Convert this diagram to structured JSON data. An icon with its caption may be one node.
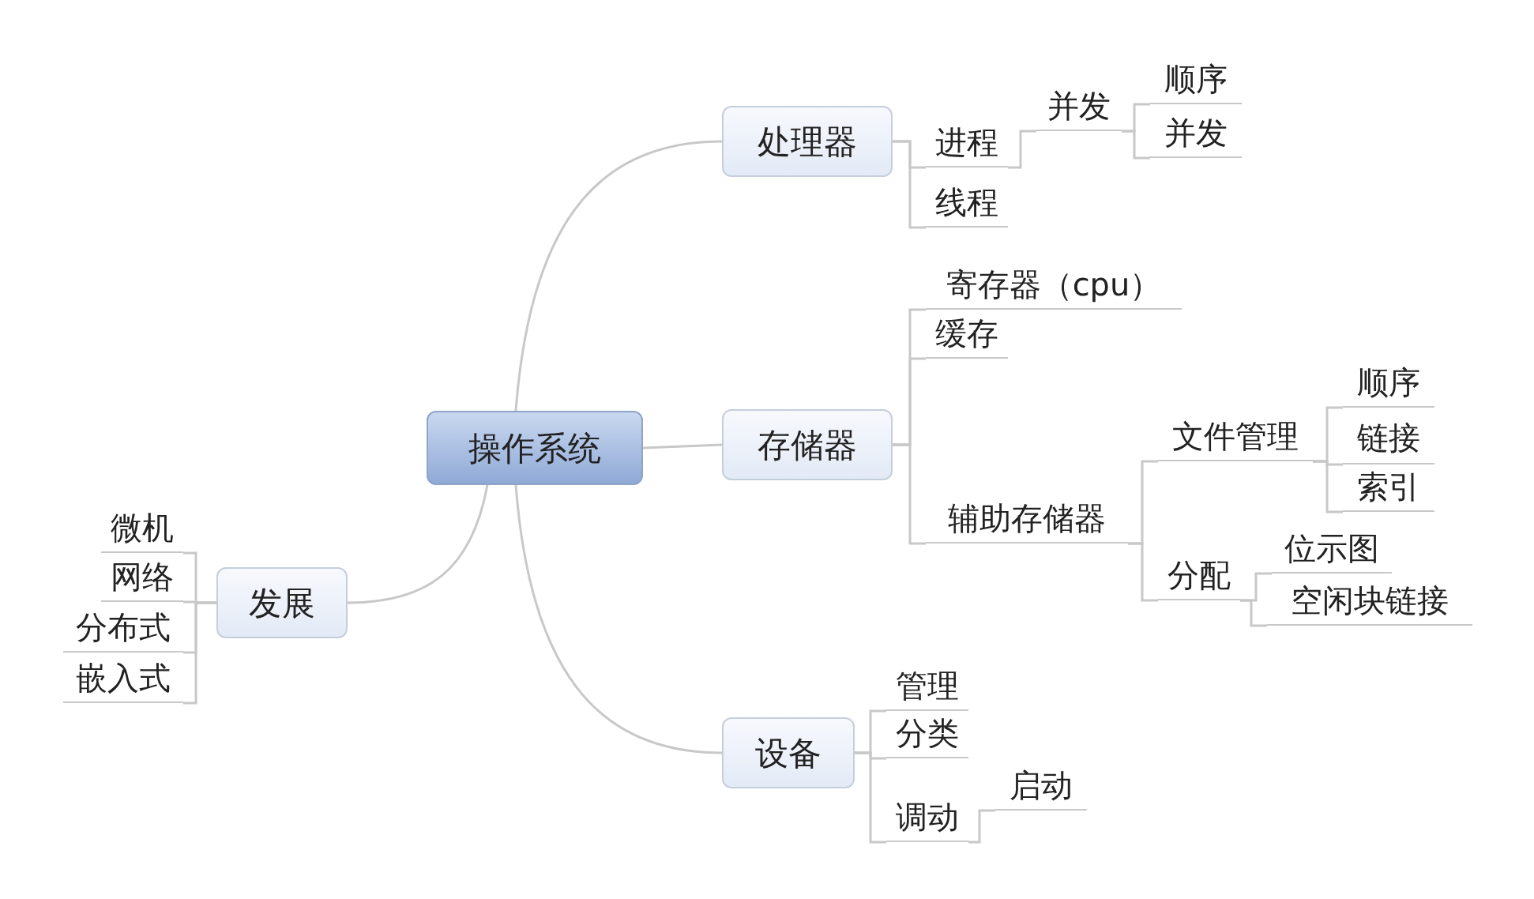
{
  "diagram": {
    "nodes": [
      {
        "text": [
          "操作系统"
        ]
      },
      {
        "text": [
          "处理器"
        ]
      },
      {
        "text": [
          "进程"
        ]
      },
      {
        "text": [
          "线程"
        ]
      },
      {
        "text": [
          "并发"
        ]
      },
      {
        "text": [
          "顺序"
        ]
      },
      {
        "text": [
          "并发"
        ]
      },
      {
        "text": [
          "存储器"
        ]
      },
      {
        "text": [
          "寄存器（cpu）"
        ]
      },
      {
        "text": [
          "缓存"
        ]
      },
      {
        "text": [
          "辅助存储器"
        ]
      },
      {
        "text": [
          "文件管理"
        ]
      },
      {
        "text": [
          "顺序"
        ]
      },
      {
        "text": [
          "链接"
        ]
      },
      {
        "text": [
          "索引"
        ]
      },
      {
        "text": [
          "分配"
        ]
      },
      {
        "text": [
          "位示图"
        ]
      },
      {
        "text": [
          "空闲块链接"
        ]
      },
      {
        "text": [
          "设备"
        ]
      },
      {
        "text": [
          "管理"
        ]
      },
      {
        "text": [
          "分类"
        ]
      },
      {
        "text": [
          "调动"
        ]
      },
      {
        "text": [
          "启动"
        ]
      },
      {
        "text": [
          "发展"
        ]
      },
      {
        "text": [
          "微机"
        ]
      },
      {
        "text": [
          "网络"
        ]
      },
      {
        "text": [
          "分布式"
        ]
      },
      {
        "text": [
          "嵌入式"
        ]
      }
    ],
    "edges": [
      {
        "from": 0,
        "to": 1,
        "arrow": "none"
      },
      {
        "from": 1,
        "to": 2,
        "arrow": "none"
      },
      {
        "from": 1,
        "to": 3,
        "arrow": "none"
      },
      {
        "from": 2,
        "to": 4,
        "arrow": "none"
      },
      {
        "from": 4,
        "to": 5,
        "arrow": "none"
      },
      {
        "from": 4,
        "to": 6,
        "arrow": "none"
      },
      {
        "from": 0,
        "to": 7,
        "arrow": "none"
      },
      {
        "from": 7,
        "to": 8,
        "arrow": "none"
      },
      {
        "from": 7,
        "to": 9,
        "arrow": "none"
      },
      {
        "from": 7,
        "to": 10,
        "arrow": "none"
      },
      {
        "from": 10,
        "to": 11,
        "arrow": "none"
      },
      {
        "from": 11,
        "to": 12,
        "arrow": "none"
      },
      {
        "from": 11,
        "to": 13,
        "arrow": "none"
      },
      {
        "from": 11,
        "to": 14,
        "arrow": "none"
      },
      {
        "from": 10,
        "to": 15,
        "arrow": "none"
      },
      {
        "from": 15,
        "to": 16,
        "arrow": "none"
      },
      {
        "from": 15,
        "to": 17,
        "arrow": "none"
      },
      {
        "from": 0,
        "to": 18,
        "arrow": "none"
      },
      {
        "from": 18,
        "to": 19,
        "arrow": "none"
      },
      {
        "from": 18,
        "to": 20,
        "arrow": "none"
      },
      {
        "from": 18,
        "to": 21,
        "arrow": "none"
      },
      {
        "from": 21,
        "to": 22,
        "arrow": "none"
      },
      {
        "from": 0,
        "to": 23,
        "arrow": "none"
      },
      {
        "from": 23,
        "to": 24,
        "arrow": "none"
      },
      {
        "from": 23,
        "to": 25,
        "arrow": "none"
      },
      {
        "from": 23,
        "to": 26,
        "arrow": "none"
      },
      {
        "from": 23,
        "to": 27,
        "arrow": "none"
      }
    ]
  }
}
